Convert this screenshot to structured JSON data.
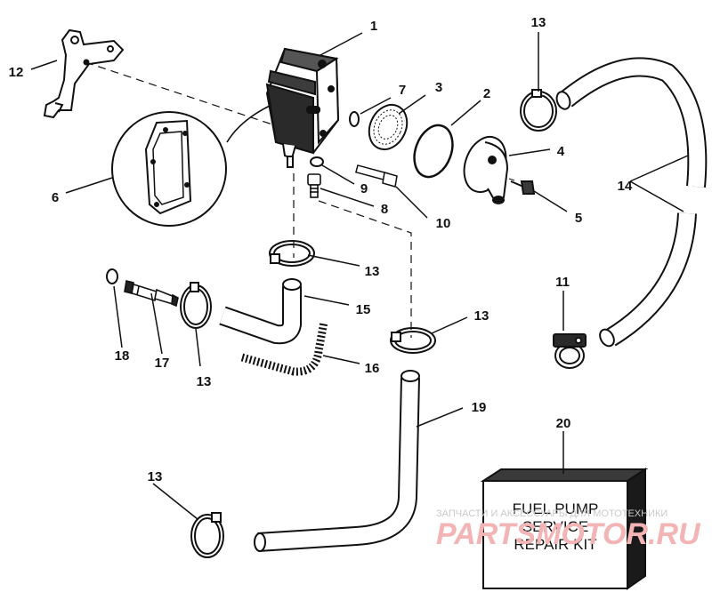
{
  "callouts": {
    "p1": "1",
    "p2": "2",
    "p3": "3",
    "p4": "4",
    "p5": "5",
    "p6": "6",
    "p7": "7",
    "p8": "8",
    "p9": "9",
    "p10": "10",
    "p11": "11",
    "p12": "12",
    "p13a": "13",
    "p13b": "13",
    "p13c": "13",
    "p13d": "13",
    "p13e": "13",
    "p14": "14",
    "p15": "15",
    "p16": "16",
    "p17": "17",
    "p18": "18",
    "p19": "19",
    "p20": "20"
  },
  "kit": {
    "line1": "FUEL PUMP",
    "line2": "SERVICE",
    "line3": "REPAIR KIT"
  },
  "watermark": {
    "line1": "ЗАПЧАСТИ И АКСЕССУАРЫ ДЛЯ МОТОТЕХНИКИ",
    "line2": "PARTSMOTOR.RU"
  }
}
